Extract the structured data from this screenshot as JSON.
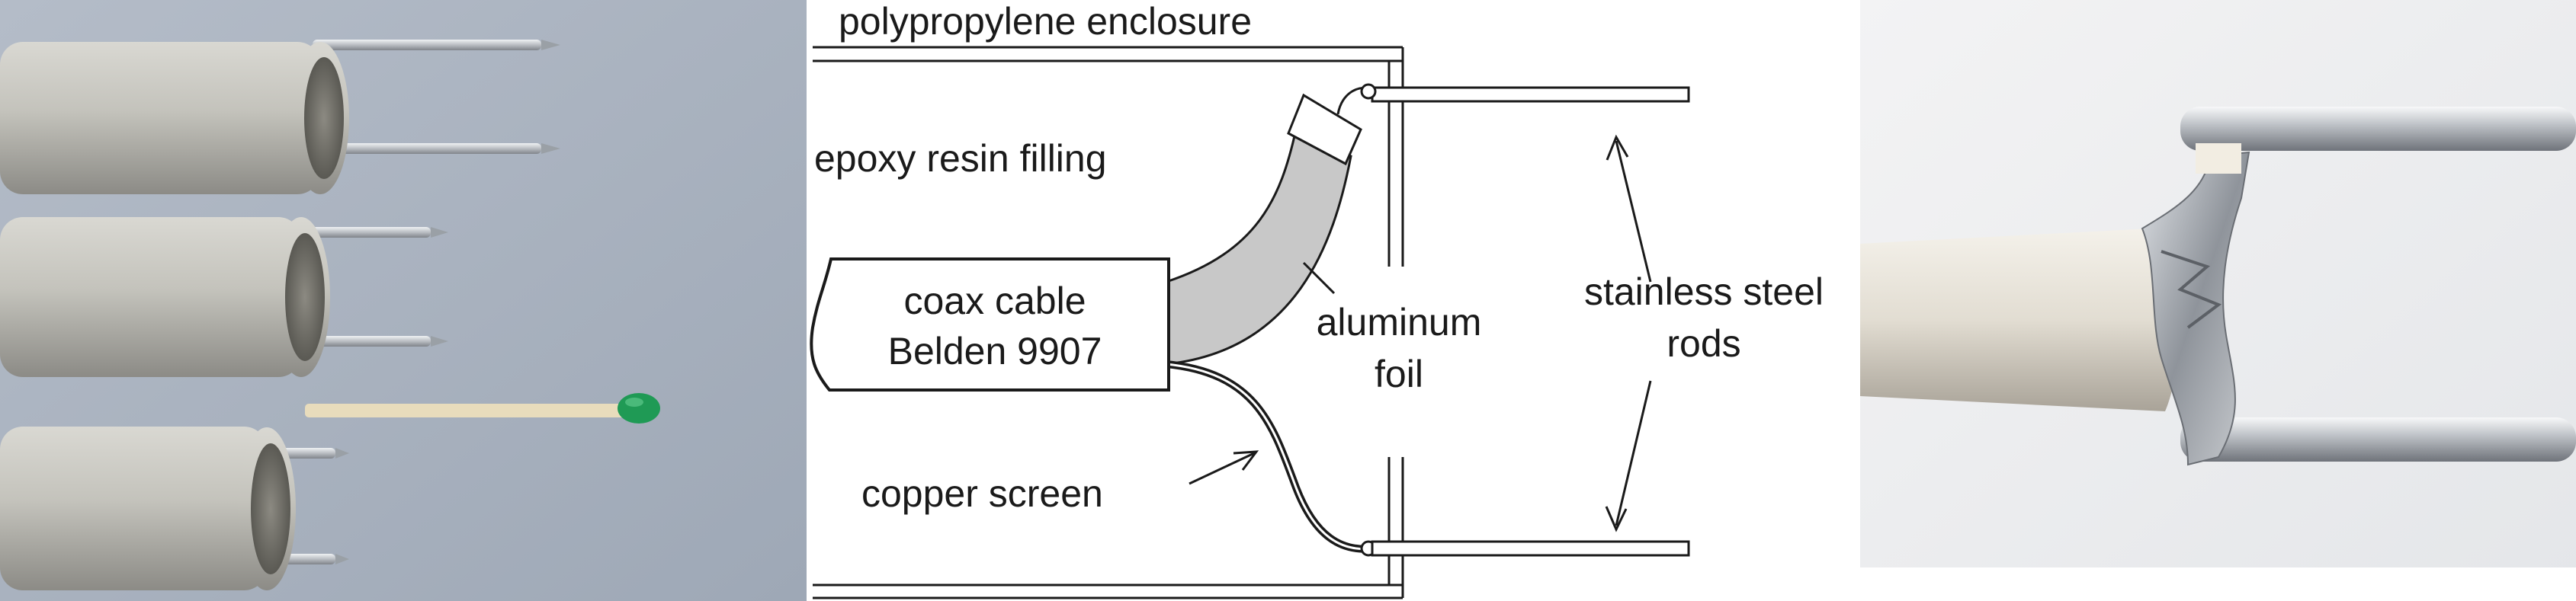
{
  "diagram": {
    "enclosure_label": "polypropylene enclosure",
    "filling_label": "epoxy resin filling",
    "cable_label_line1": "coax cable",
    "cable_label_line2": "Belden 9907",
    "foil_label_line1": "aluminum",
    "foil_label_line2": "foil",
    "rods_label_line1": "stainless steel",
    "rods_label_line2": "rods",
    "screen_label": "copper screen"
  },
  "colors": {
    "background_photo_left": "#a8b2c0",
    "probe_body": "#c4c3bc",
    "steel": "#c9ccd0",
    "match_head": "#1f9a55",
    "foil_fill": "#c8c8c8",
    "line": "#1a1a1a"
  }
}
